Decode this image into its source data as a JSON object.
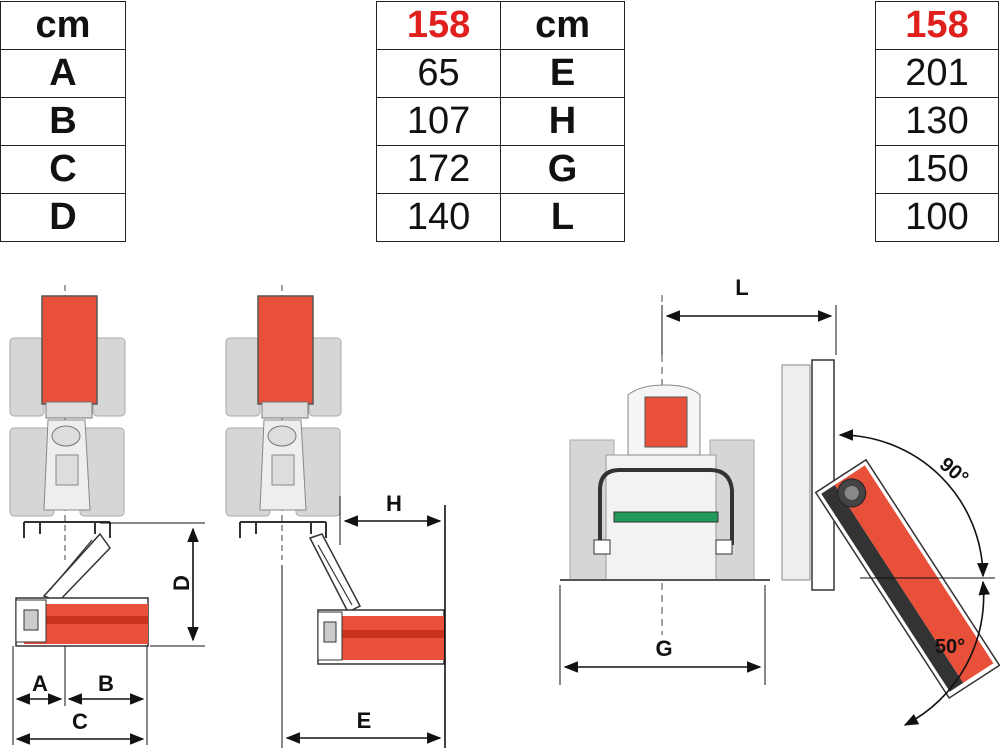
{
  "table1": {
    "header": "cm",
    "rows": [
      "A",
      "B",
      "C",
      "D"
    ]
  },
  "table2": {
    "header_model": "158",
    "header_unit": "cm",
    "rows": [
      {
        "value": "65",
        "label": "E"
      },
      {
        "value": "107",
        "label": "H"
      },
      {
        "value": "172",
        "label": "G"
      },
      {
        "value": "140",
        "label": "L"
      }
    ]
  },
  "table3": {
    "header_model": "158",
    "rows": [
      "201",
      "130",
      "150",
      "100"
    ]
  },
  "labels": {
    "A": "A",
    "B": "B",
    "C": "C",
    "D": "D",
    "E": "E",
    "H": "H",
    "G": "G",
    "L": "L",
    "angle_top": "90°",
    "angle_bottom": "50°"
  },
  "colors": {
    "machine_red": "#e8503a",
    "tractor_grey": "#d6d6d6",
    "roller_green": "#1f9a5a"
  }
}
